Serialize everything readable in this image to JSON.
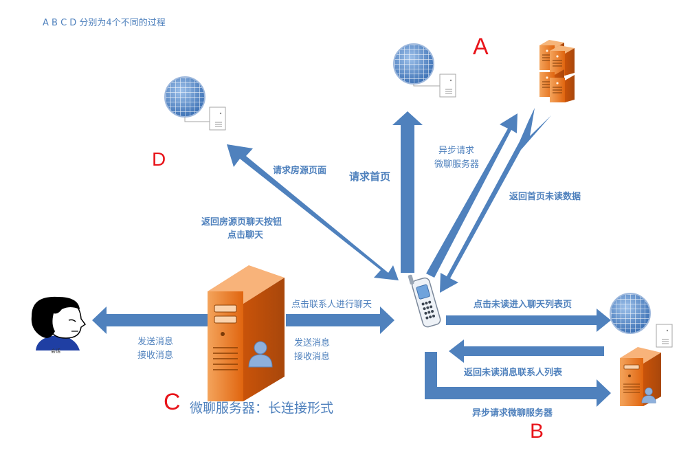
{
  "header_note": "A B C D 分别为4个不同的过程",
  "process_labels": {
    "a": "A",
    "b": "B",
    "c": "C",
    "d": "D"
  },
  "flow_labels": {
    "request_listing_page": "请求房源页面",
    "return_listing_chat_button": "返回房源页聊天按钮",
    "click_chat": "点击聊天",
    "request_home": "请求首页",
    "async_request_line1": "异步请求",
    "async_request_line2": "微聊服务器",
    "return_home_unread": "返回首页未读数据",
    "click_contact_chat": "点击联系人进行聊天",
    "send_msg": "发送消息",
    "recv_msg": "接收消息",
    "click_unread_list": "点击未读进入聊天列表页",
    "return_unread_contacts": "返回未读消息联系人列表",
    "async_request_server": "异步请求微聊服务器"
  },
  "server_caption": "微聊服务器：长连接形式",
  "person_caption": "会话",
  "colors": {
    "arrow": "#4f81bd",
    "label": "#4f81bd",
    "tag": "#e8141a",
    "server_orange": "#e46c0a",
    "globe": "#5b8fd0"
  },
  "icons": [
    "globe-icon",
    "document-icon",
    "server-icon",
    "user-icon",
    "mobile-phone-icon",
    "person-icon"
  ]
}
